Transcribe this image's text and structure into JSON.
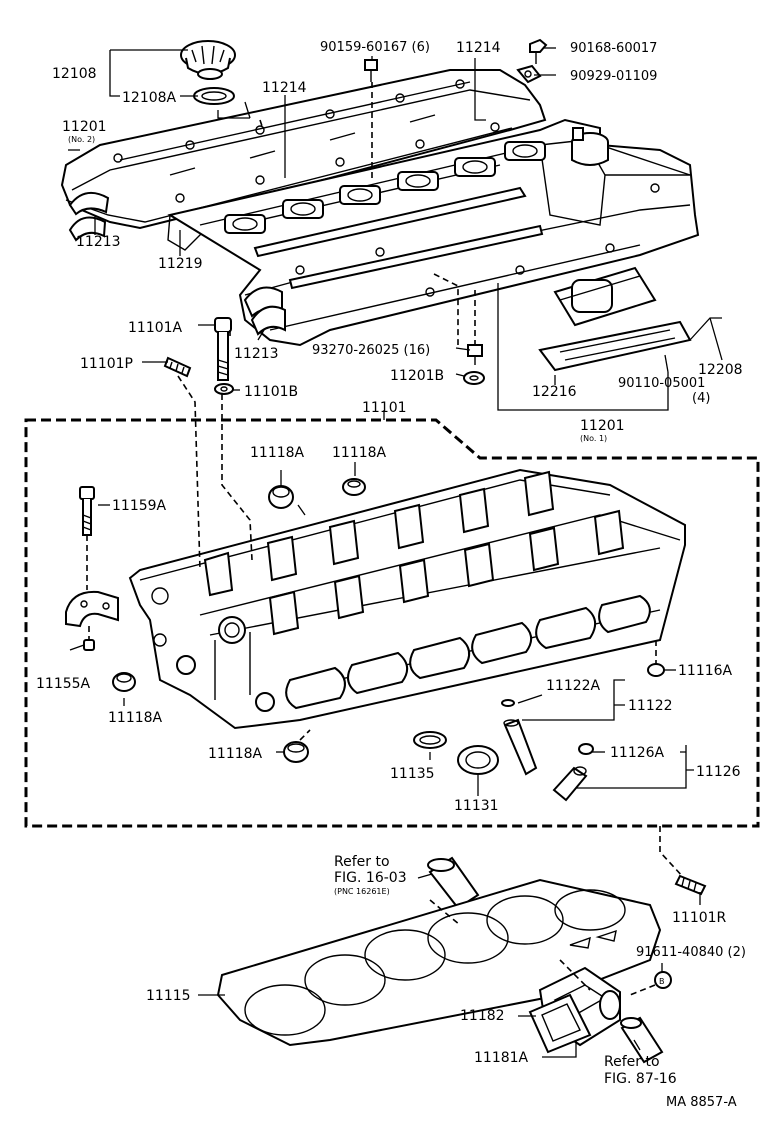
{
  "labels": {
    "p12108": "12108",
    "p12108a": "12108A",
    "p90159": "90159-60167 (6)",
    "p11214a": "11214",
    "p11214b": "11214",
    "p90168": "90168-60017",
    "p90929": "90929-01109",
    "p11201n2": "11201",
    "no2": "(No. 2)",
    "p11213a": "11213",
    "p11219": "11219",
    "p11101a": "11101A",
    "p11213b": "11213",
    "p93270": "93270-26025 (16)",
    "p11201b": "11201B",
    "p12208": "12208",
    "p11101p": "11101P",
    "p11101b": "11101B",
    "p12216": "12216",
    "p90110": "90110-05001",
    "qty4": "(4)",
    "p11101": "11101",
    "p11201n1": "11201",
    "no1": "(No. 1)",
    "p11118a1": "11118A",
    "p11118a2": "11118A",
    "p11159a": "11159A",
    "p11155a": "11155A",
    "p11118a3": "11118A",
    "p11116a": "11116A",
    "p11122a": "11122A",
    "p11122": "11122",
    "p11118a4": "11118A",
    "p11135": "11135",
    "p11131": "11131",
    "p11126a": "11126A",
    "p11126": "11126",
    "refer1a": "Refer to",
    "refer1b": "FIG. 16-03",
    "pnc": "(PNC 16261E)",
    "p11101r": "11101R",
    "p91611": "91611-40840 (2)",
    "circB": "B",
    "p11115": "11115",
    "p11182": "11182",
    "p11181a": "11181A",
    "refer2a": "Refer to",
    "refer2b": "FIG. 87-16",
    "code": "MA  8857-A"
  }
}
